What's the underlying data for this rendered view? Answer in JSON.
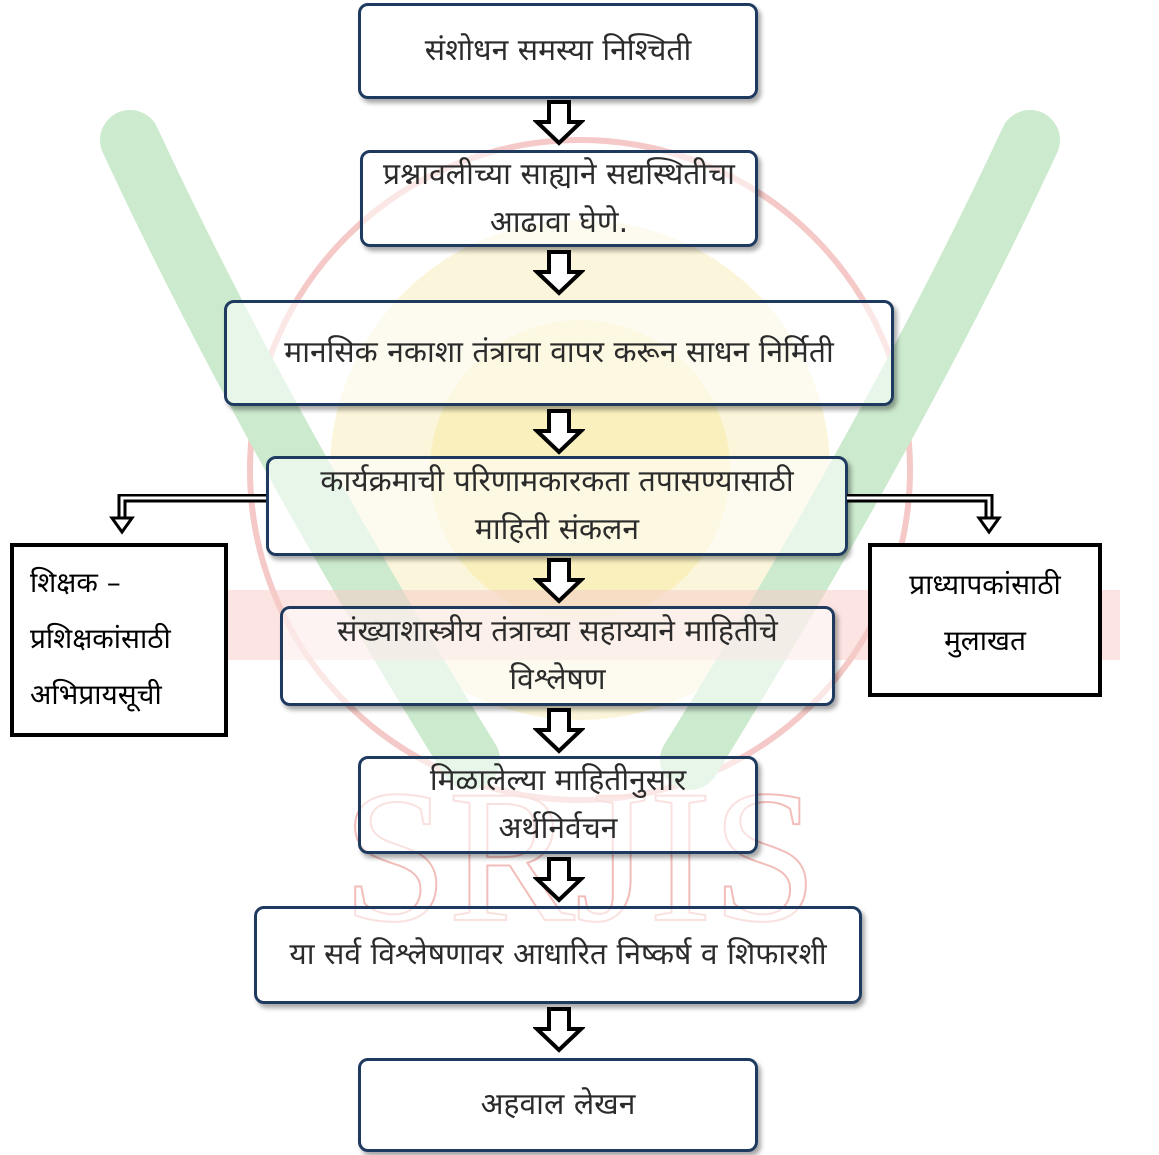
{
  "steps": [
    {
      "text": "संशोधन समस्या निश्चिती"
    },
    {
      "text": "प्रश्नावलीच्या साह्याने सद्यस्थितीचा आढावा घेणे."
    },
    {
      "text": "मानसिक नकाशा तंत्राचा वापर करून साधन निर्मिती"
    },
    {
      "text": "कार्यक्रमाची परिणामकारकता तपासण्यासाठी माहिती संकलन"
    },
    {
      "text": "संख्याशास्त्रीय तंत्राच्या सहाय्याने माहितीचे विश्लेषण"
    },
    {
      "text": "मिळालेल्या माहितीनुसार अर्थनिर्वचन"
    },
    {
      "text": "या सर्व विश्लेषणावर आधारित निष्कर्ष व शिफारशी"
    },
    {
      "text": "अहवाल लेखन"
    }
  ],
  "side_left": {
    "text": "शिक्षक – प्रशिक्षकांसाठी अभिप्रायसूची"
  },
  "side_right": {
    "text": "प्राध्यापकांसाठी मुलाखत"
  },
  "watermark": {
    "text": "SRJIS"
  },
  "colors": {
    "border": "#1f3a5f",
    "wreath": "#bfe3c2",
    "watermark_red": "#f3b7b4",
    "watermark_yellow": "#f9f0bf"
  }
}
